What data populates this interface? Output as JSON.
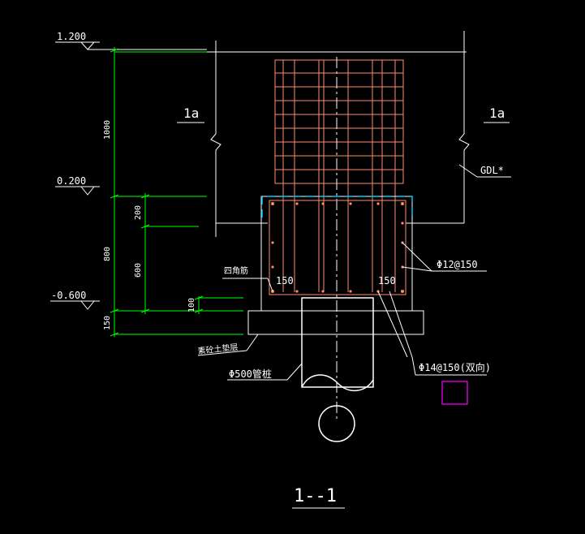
{
  "elevations": {
    "top": "1.200",
    "mid": "0.200",
    "bottom": "-0.600"
  },
  "dimensions": {
    "d1000": "1000",
    "d800": "800",
    "d150": "150",
    "d200": "200",
    "d600": "600",
    "d100": "100"
  },
  "section_marks": {
    "left": "1a",
    "right": "1a"
  },
  "labels": {
    "gdl": "GDL*",
    "corner_bar": "四角筋",
    "bar_spacing_150_left": "150",
    "bar_spacing_150_right": "150",
    "rebar_a": "Φ12@150",
    "rebar_b": "Φ14@150(双向)",
    "cushion": "素砼土垫层",
    "pile": "Φ500管桩"
  },
  "section_title": "1--1",
  "colors": {
    "background": "#000000",
    "lines": "#ffffff",
    "dimension": "#00ff00",
    "rebar": "#ff8c6e",
    "stirrup_top": "#00c8ff",
    "marker": "#ff00ff"
  }
}
